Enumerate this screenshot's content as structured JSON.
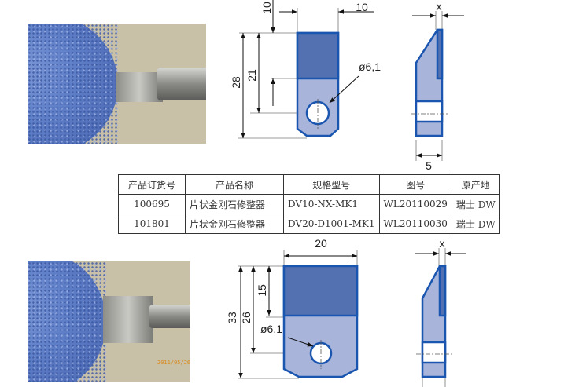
{
  "photos": [
    {
      "stamp": ""
    },
    {
      "stamp": "2011/05/26"
    }
  ],
  "drawing1": {
    "width": "10",
    "thickness_label": "x",
    "top_height": "10",
    "hole_height": "21",
    "total_height": "28",
    "hole": "ø6,1",
    "side_width": "5"
  },
  "drawing2": {
    "width": "20",
    "thickness_label": "x",
    "top_height": "15",
    "hole_height": "26",
    "total_height": "33",
    "hole": "ø6,1"
  },
  "table": {
    "headers": [
      "产品订货号",
      "产品名称",
      "规格型号",
      "图号",
      "原产地"
    ],
    "rows": [
      [
        "100695",
        "片状金刚石修整器",
        "DV10-NX-MK1",
        "WL20110029",
        "瑞士 DW"
      ],
      [
        "101801",
        "片状金刚石修整器",
        "DV20-D1001-MK1",
        "WL20110030",
        "瑞士 DW"
      ]
    ]
  },
  "colors": {
    "dark_blue": "#5370b0",
    "light_blue": "#a8b4da",
    "outline": "#1a56b0"
  }
}
